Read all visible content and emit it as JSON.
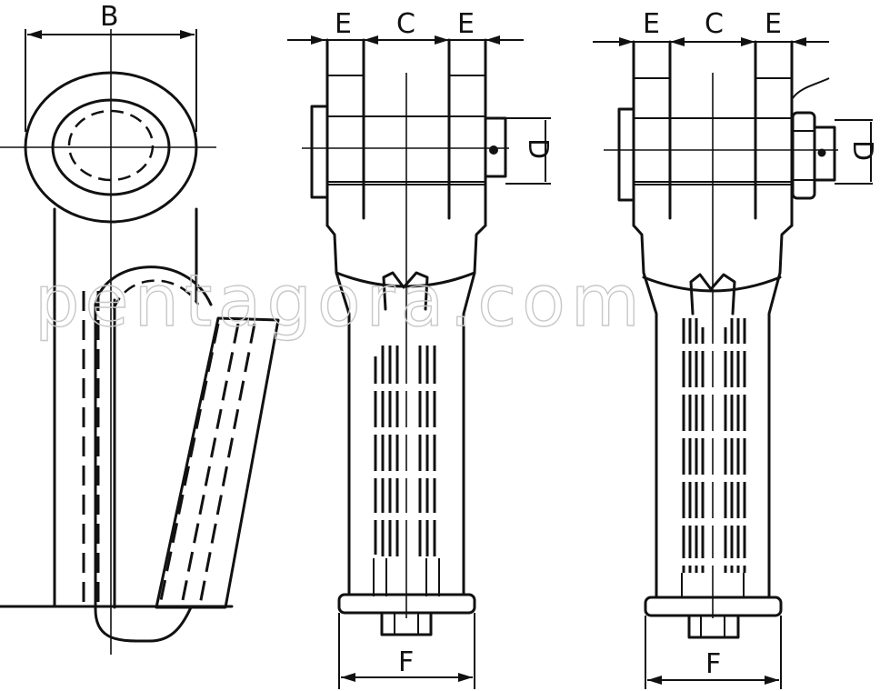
{
  "labels": {
    "b": "B",
    "e1": "E",
    "c1": "C",
    "e2": "E",
    "d1": "D",
    "f1": "F",
    "e3": "E",
    "c2": "C",
    "e4": "E",
    "d2": "D",
    "f2": "F"
  },
  "watermark": "pentagora.com",
  "colors": {
    "ink": "#111111",
    "background": "#ffffff",
    "watermark": "#c8c8c8"
  }
}
